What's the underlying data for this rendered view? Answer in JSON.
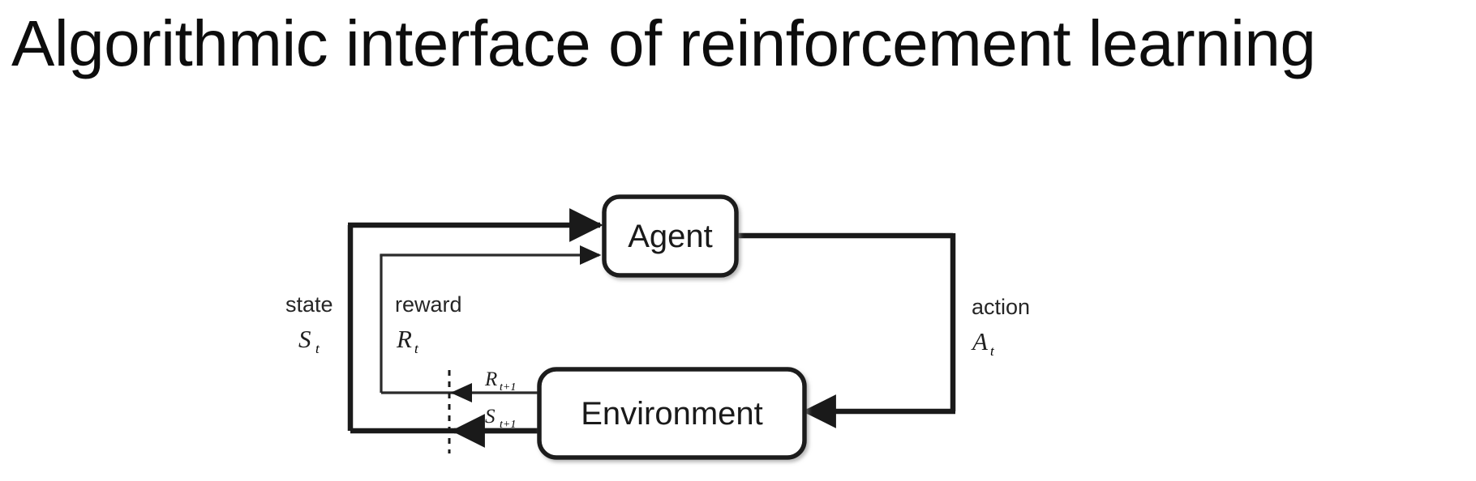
{
  "slide": {
    "title": "Algorithmic interface of reinforcement learning",
    "background_color": "#ffffff",
    "text_color": "#0d0d0d"
  },
  "diagram": {
    "name": "agent-environment-interaction-loop",
    "stroke_color": "#1a1a1a",
    "nodes": [
      {
        "id": "agent",
        "label": "Agent"
      },
      {
        "id": "environment",
        "label": "Environment"
      }
    ],
    "edges": [
      {
        "id": "state-edge",
        "word_label": "state",
        "math_label": "S",
        "math_subscript": "t",
        "weight": "thick",
        "direction": "environment-to-agent"
      },
      {
        "id": "reward-edge",
        "word_label": "reward",
        "math_label": "R",
        "math_subscript": "t",
        "weight": "thin",
        "direction": "environment-to-agent"
      },
      {
        "id": "action-edge",
        "word_label": "action",
        "math_label": "A",
        "math_subscript": "t",
        "weight": "thick",
        "direction": "agent-to-environment"
      },
      {
        "id": "next-reward-edge",
        "math_label": "R",
        "math_subscript": "t+1",
        "weight": "thin",
        "direction": "environment-to-boundary"
      },
      {
        "id": "next-state-edge",
        "math_label": "S",
        "math_subscript": "t+1",
        "weight": "thick",
        "direction": "environment-to-boundary"
      }
    ],
    "time_boundary": {
      "id": "time-step-boundary",
      "style": "dashed-vertical"
    }
  }
}
